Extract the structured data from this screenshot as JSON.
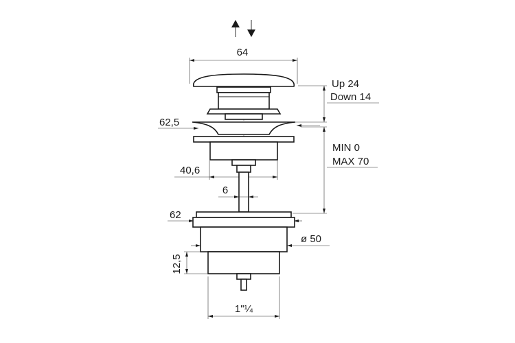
{
  "labels": {
    "cap_width": "64",
    "stroke_up": "Up 24",
    "stroke_down": "Down 14",
    "flange_width": "62,5",
    "adjust_min": "MIN 0",
    "adjust_max": "MAX 70",
    "body_width": "40,6",
    "rod_diameter": "6",
    "lower_flange_width": "62",
    "thread_diameter": "ø 50",
    "lower_height": "12,5",
    "thread_size": "1\"¼"
  },
  "colors": {
    "line": "#1a1a1a",
    "background": "#ffffff"
  }
}
